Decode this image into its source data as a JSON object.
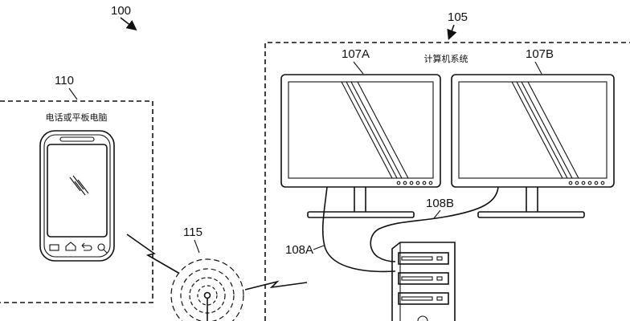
{
  "figure": {
    "labels": {
      "fig_ref": "100",
      "computer_ref": "105",
      "computer_caption": "计算机系统",
      "monitor_a_ref": "107A",
      "monitor_b_ref": "107B",
      "cable_a_ref": "108A",
      "cable_b_ref": "108B",
      "device_ref": "110",
      "device_caption": "电话或平板电脑",
      "wireless_ref": "115"
    },
    "colors": {
      "line": "#111111",
      "background": "#ffffff"
    },
    "icons": {
      "phone": "smartphone-icon",
      "monitor": "monitor-icon",
      "tower": "computer-tower-icon",
      "wireless": "wireless-signal-icon",
      "link": "lightning-link-icon"
    }
  }
}
